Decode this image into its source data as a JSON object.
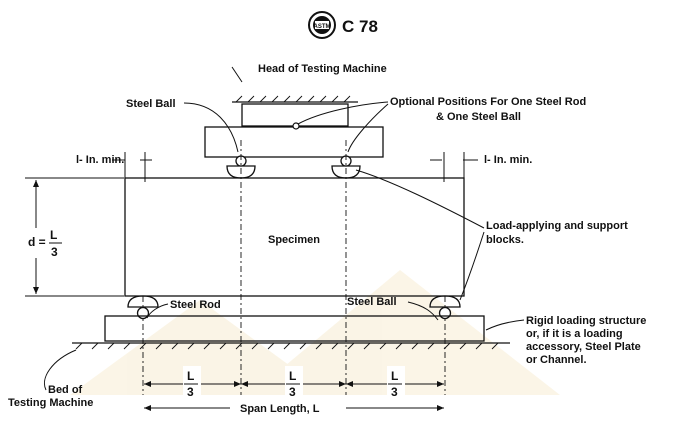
{
  "header": {
    "logo_text": "ASTM",
    "standard": "C 78"
  },
  "labels": {
    "head_machine": "Head of Testing Machine",
    "steel_ball_top": "Steel Ball",
    "optional_line1": "Optional Positions For One Steel Rod",
    "optional_line2": "& One Steel Ball",
    "min_left": "l- In. min.",
    "min_right": "l- In. min.",
    "depth_d": "d =",
    "depth_num": "L",
    "depth_den": "3",
    "specimen": "Specimen",
    "load_line1": "Load-applying and support",
    "load_line2": "blocks.",
    "steel_rod": "Steel Rod",
    "steel_ball_bottom": "Steel Ball",
    "rigid_line1": "Rigid loading structure",
    "rigid_line2": "or, if it is a loading",
    "rigid_line3": "accessory, Steel Plate",
    "rigid_line4": "or Channel.",
    "bed_line1": "Bed of",
    "bed_line2": "Testing Machine",
    "third_num": "L",
    "third_den": "3",
    "span": "Span Length, L"
  },
  "colors": {
    "ink": "#111111",
    "watermark": "#d4a017"
  }
}
